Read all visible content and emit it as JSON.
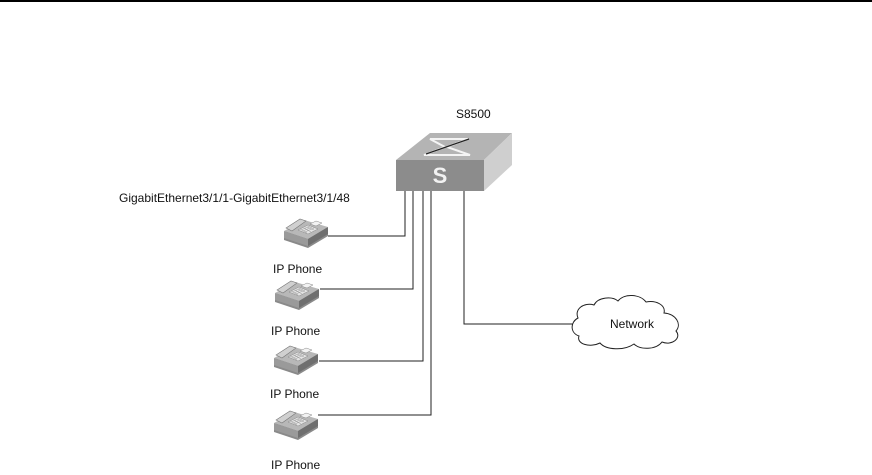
{
  "diagram": {
    "switch": {
      "label": "S8500",
      "icon": "switch-icon"
    },
    "port_range_label": "GigabitEthernet3/1/1-GigabitEthernet3/1/48",
    "phones": [
      {
        "label": "IP Phone",
        "icon": "ip-phone-icon"
      },
      {
        "label": "IP Phone",
        "icon": "ip-phone-icon"
      },
      {
        "label": "IP Phone",
        "icon": "ip-phone-icon"
      },
      {
        "label": "IP Phone",
        "icon": "ip-phone-icon"
      }
    ],
    "network": {
      "label": "Network",
      "icon": "cloud-icon"
    }
  }
}
